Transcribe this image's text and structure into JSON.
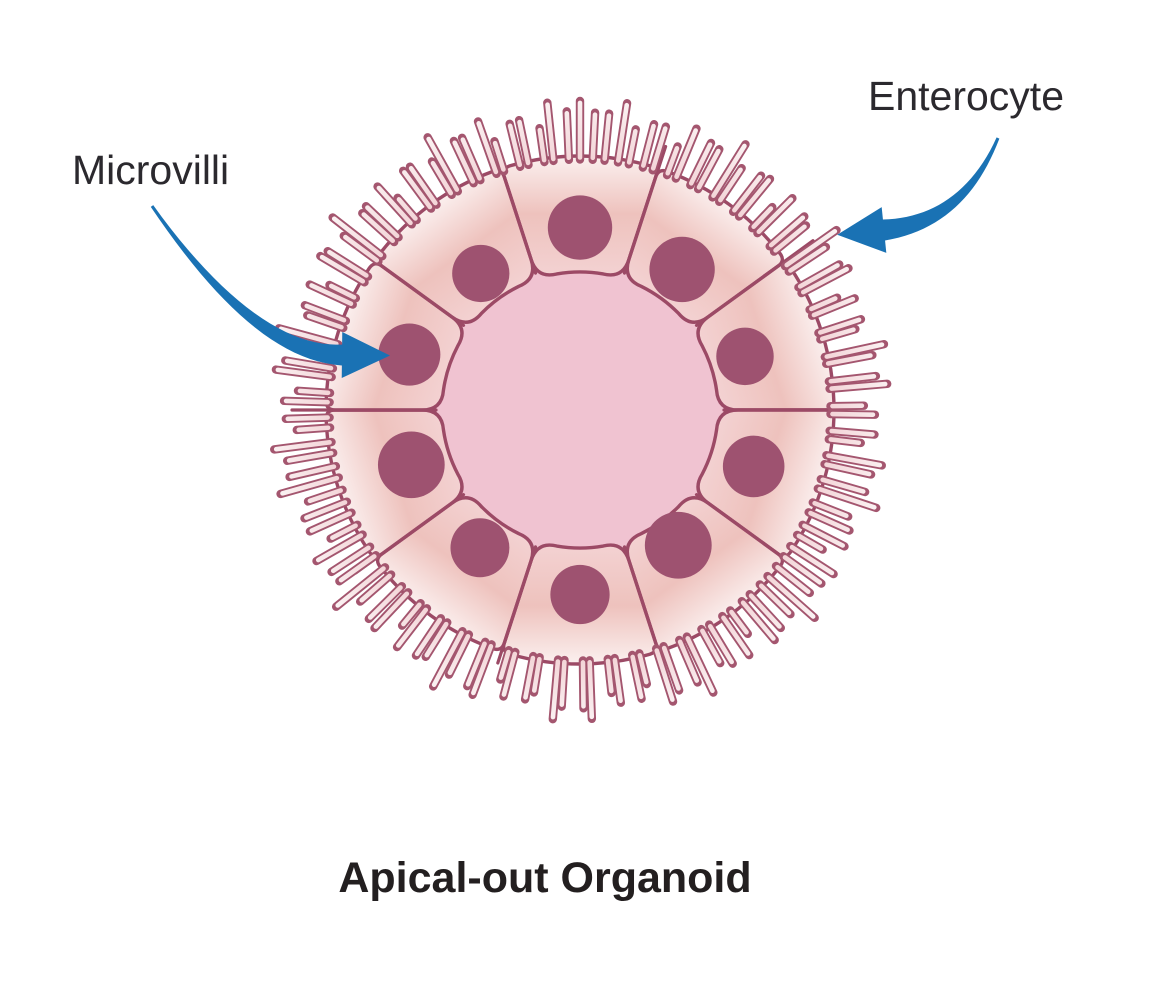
{
  "title": "Apical-out Organoid",
  "annotations": {
    "microvilli": {
      "label": "Microvilli"
    },
    "enterocyte": {
      "label": "Enterocyte"
    }
  },
  "diagram": {
    "cell_count": 10,
    "microvilli_count": 126,
    "colors": {
      "background": "#ffffff",
      "cell_outline": "#9c4a66",
      "microvilli_outline": "#a4566f",
      "nucleus": "#9e5270",
      "lumen": "#f0c3d1",
      "cell_gradient_outer": "#fbf0ef",
      "cell_gradient_mid": "#eec2bd",
      "cell_gradient_inner": "#f3d1d1",
      "microvilli_fill_base": "#f3d5d8",
      "microvilli_fill_tip": "#fdfafa",
      "arrow": "#1a72b4",
      "label_text": "#2b292e",
      "title_text": "#231f20"
    }
  }
}
